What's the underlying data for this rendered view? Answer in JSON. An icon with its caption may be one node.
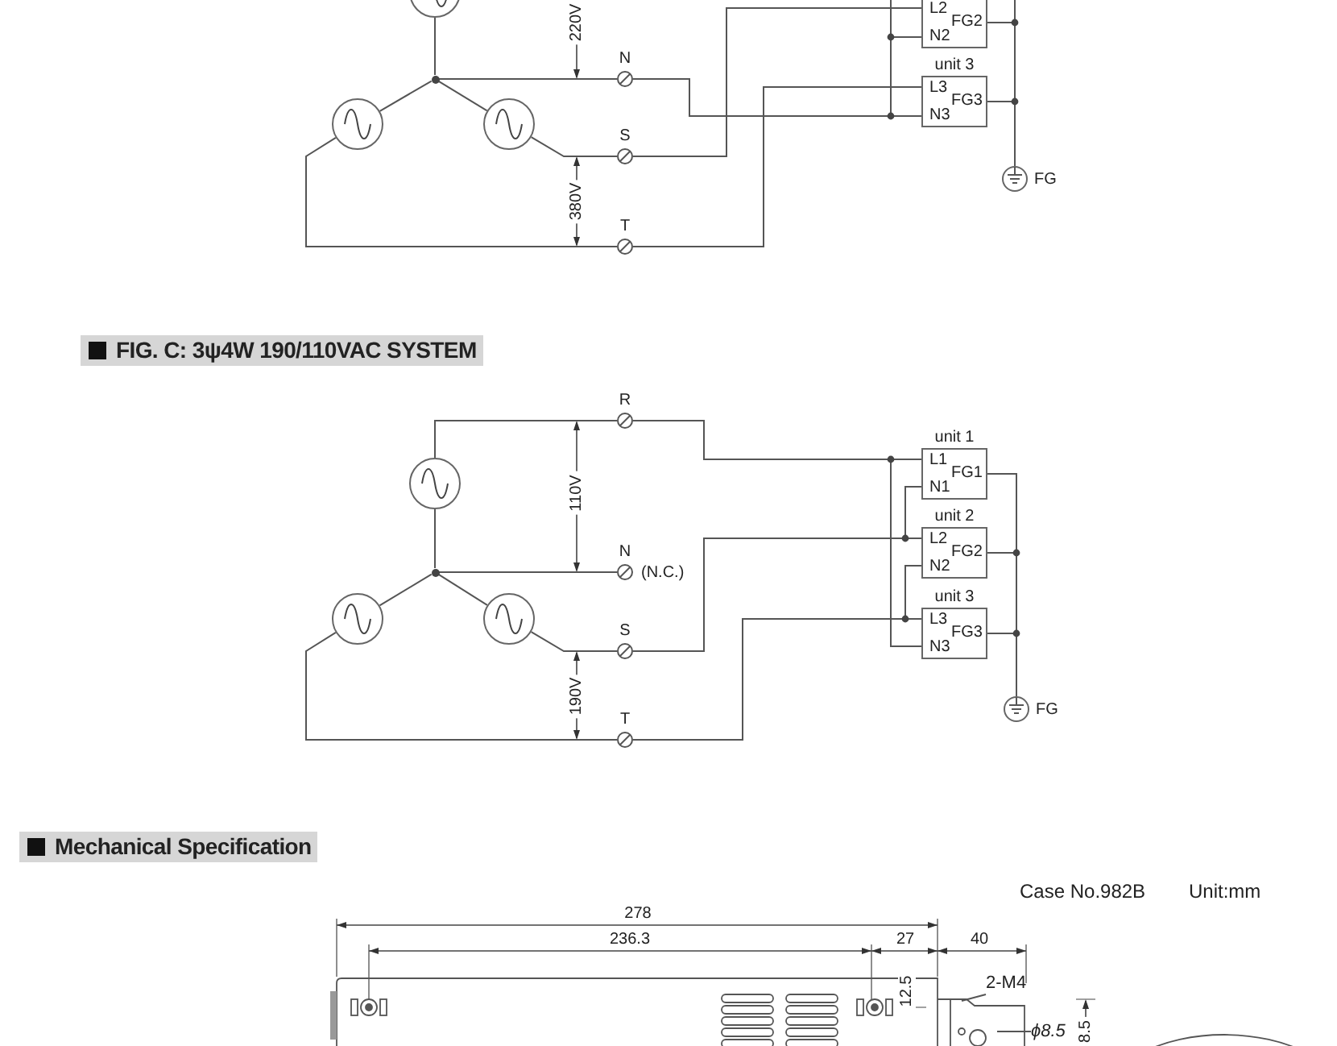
{
  "diagram": {
    "nodes": [
      {
        "text": [],
        "shape": "circle"
      },
      {
        "text": [],
        "shape": "circle"
      },
      {
        "text": [],
        "shape": "circle"
      },
      {
        "text": [],
        "shape": "dot"
      },
      {
        "text": [
          "N"
        ]
      },
      {
        "text": [
          "S"
        ]
      },
      {
        "text": [
          "T"
        ]
      },
      {
        "text": [
          "L2",
          "N2",
          "FG2"
        ]
      },
      {
        "text": [
          "unit 3",
          "L3",
          "N3",
          "FG3"
        ]
      },
      {
        "text": [
          "FG"
        ]
      },
      {
        "text": [],
        "shape": "circle"
      },
      {
        "text": [],
        "shape": "circle"
      },
      {
        "text": [],
        "shape": "circle"
      },
      {
        "text": [],
        "shape": "dot"
      },
      {
        "text": [
          "R"
        ]
      },
      {
        "text": [
          "N"
        ],
        "beside": [
          "(N.C.)"
        ]
      },
      {
        "text": [
          "S"
        ]
      },
      {
        "text": [
          "T"
        ]
      },
      {
        "text": [
          "unit 1",
          "L1",
          "N1",
          "FG1"
        ]
      },
      {
        "text": [
          "unit 2",
          "L2",
          "N2",
          "FG2"
        ]
      },
      {
        "text": [
          "unit 3",
          "L3",
          "N3",
          "FG3"
        ]
      },
      {
        "text": [
          "FG"
        ]
      },
      {
        "text": [
          "2-M4"
        ]
      },
      {
        "text": [
          "ϕ8.5"
        ]
      }
    ],
    "edges": [
      {
        "from": 3,
        "to": 0,
        "arrow": "none"
      },
      {
        "from": 3,
        "to": 1,
        "arrow": "none"
      },
      {
        "from": 3,
        "to": 2,
        "arrow": "none"
      },
      {
        "from": 3,
        "to": 4,
        "arrow": "none"
      },
      {
        "from": 2,
        "to": 5,
        "arrow": "none"
      },
      {
        "from": 1,
        "to": 6,
        "arrow": "none"
      },
      {
        "from": 4,
        "to": 8,
        "arrow": "none"
      },
      {
        "from": 4,
        "to": 7,
        "arrow": "none"
      },
      {
        "from": 5,
        "to": 7,
        "arrow": "none"
      },
      {
        "from": 6,
        "to": 8,
        "arrow": "none"
      },
      {
        "from": 7,
        "to": 9,
        "arrow": "none"
      },
      {
        "from": 8,
        "to": 9,
        "arrow": "none"
      },
      {
        "from": 13,
        "to": 10,
        "arrow": "none"
      },
      {
        "from": 13,
        "to": 11,
        "arrow": "none"
      },
      {
        "from": 13,
        "to": 12,
        "arrow": "none"
      },
      {
        "from": 13,
        "to": 15,
        "arrow": "none"
      },
      {
        "from": 10,
        "to": 14,
        "arrow": "none"
      },
      {
        "from": 12,
        "to": 16,
        "arrow": "none"
      },
      {
        "from": 11,
        "to": 17,
        "arrow": "none"
      },
      {
        "from": 14,
        "to": 18,
        "arrow": "none"
      },
      {
        "from": 14,
        "to": 20,
        "arrow": "none"
      },
      {
        "from": 16,
        "to": 19,
        "arrow": "none"
      },
      {
        "from": 16,
        "to": 18,
        "arrow": "none"
      },
      {
        "from": 17,
        "to": 20,
        "arrow": "none"
      },
      {
        "from": 17,
        "to": 19,
        "arrow": "none"
      },
      {
        "from": 18,
        "to": 21,
        "arrow": "none"
      },
      {
        "from": 19,
        "to": 21,
        "arrow": "none"
      },
      {
        "from": 20,
        "to": 21,
        "arrow": "none"
      },
      {
        "from": 22,
        "to": null,
        "arrow": "none"
      },
      {
        "from": 23,
        "to": null,
        "arrow": "none"
      }
    ],
    "labels": [
      "220V",
      "380V",
      "FIG. C: 3ψ4W 190/110VAC SYSTEM",
      "110V",
      "190V",
      "Mechanical Specification",
      "Case No.982B",
      "Unit:mm",
      "278",
      "236.3",
      "27",
      "40",
      "12.5",
      "8.5"
    ]
  }
}
